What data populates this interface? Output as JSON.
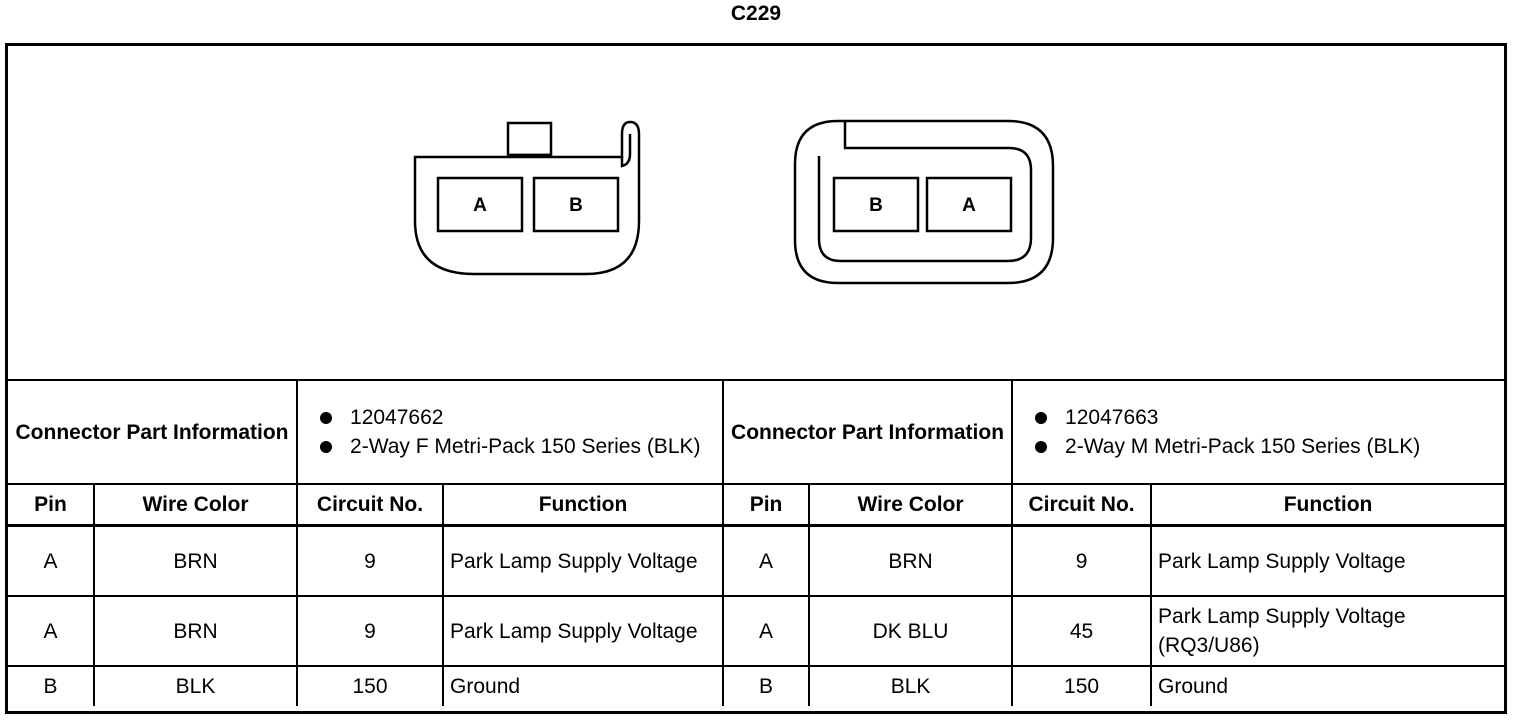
{
  "title": "C229",
  "connector_left": {
    "cavities": [
      "A",
      "B"
    ],
    "part_info_label": "Connector Part Information",
    "part_info": [
      "12047662",
      "2-Way F Metri-Pack 150 Series (BLK)"
    ]
  },
  "connector_right": {
    "cavities": [
      "B",
      "A"
    ],
    "part_info_label": "Connector Part Information",
    "part_info": [
      "12047663",
      "2-Way M Metri-Pack 150 Series (BLK)"
    ]
  },
  "columns": [
    "Pin",
    "Wire Color",
    "Circuit No.",
    "Function"
  ],
  "left_rows": [
    {
      "pin": "A",
      "wire": "BRN",
      "circuit": "9",
      "function": "Park Lamp Supply Voltage"
    },
    {
      "pin": "A",
      "wire": "BRN",
      "circuit": "9",
      "function": "Park Lamp Supply Voltage"
    },
    {
      "pin": "B",
      "wire": "BLK",
      "circuit": "150",
      "function": "Ground"
    }
  ],
  "right_rows": [
    {
      "pin": "A",
      "wire": "BRN",
      "circuit": "9",
      "function": "Park Lamp Supply Voltage"
    },
    {
      "pin": "A",
      "wire": "DK BLU",
      "circuit": "45",
      "function": "Park Lamp Supply Voltage (RQ3/U86)"
    },
    {
      "pin": "B",
      "wire": "BLK",
      "circuit": "150",
      "function": "Ground"
    }
  ]
}
